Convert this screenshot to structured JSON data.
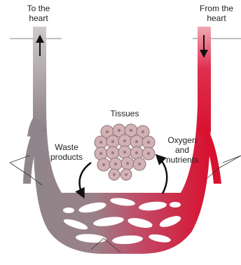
{
  "labels": {
    "to_heart_line1": "To the",
    "to_heart_line2": "heart",
    "from_heart_line1": "From the",
    "from_heart_line2": "heart",
    "tissues": "Tissues",
    "waste_line1": "Waste",
    "waste_line2": "products",
    "oxygen_line1": "Oxygen",
    "oxygen_line2": "and",
    "oxygen_line3": "nutrients"
  },
  "colors": {
    "vein": "#8f858a",
    "artery": "#d8112f",
    "capillary_mid": "#b06a80",
    "cell_fill": "#d2b2b4",
    "cell_stroke": "#8f7478",
    "arrow": "#111111",
    "leader": "#333333"
  }
}
